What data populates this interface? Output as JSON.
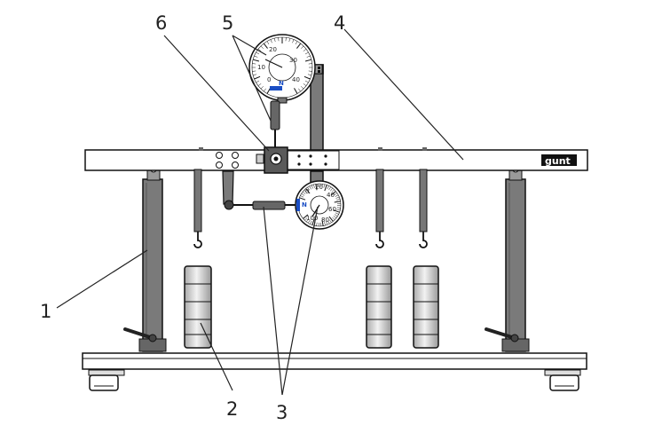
{
  "callouts": [
    {
      "id": "1",
      "text": "1"
    },
    {
      "id": "2",
      "text": "2"
    },
    {
      "id": "3",
      "text": "3"
    },
    {
      "id": "4",
      "text": "4"
    },
    {
      "id": "5",
      "text": "5"
    },
    {
      "id": "6",
      "text": "6"
    }
  ],
  "logo": {
    "text": "gunt"
  },
  "dial_top": {
    "unit": "N",
    "ticks": [
      "0",
      "10",
      "20",
      "30",
      "40"
    ]
  },
  "dial_side": {
    "unit": "N",
    "ticks": [
      "0",
      "20",
      "40",
      "60",
      "80",
      "100"
    ]
  },
  "colors": {
    "frame": "#7a7a7a",
    "outline": "#111111",
    "weight": "#cfcfcf",
    "dial_unit": "#1a4ec4"
  }
}
